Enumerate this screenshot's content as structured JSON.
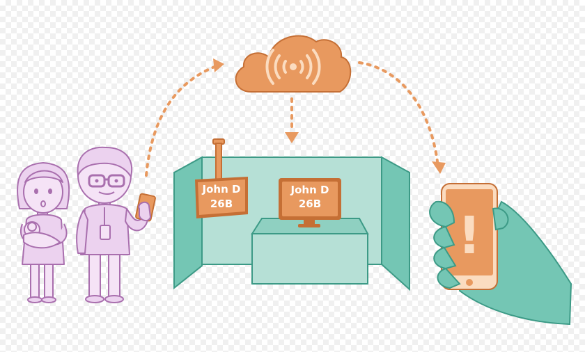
{
  "colors": {
    "orange": "#e8995f",
    "orange_dark": "#c56f35",
    "teal": "#74c6b4",
    "teal_light": "#b6e0d6",
    "teal_dark": "#3c9a86",
    "purple": "#a96fae",
    "purple_light": "#ecd2ef",
    "cloud_light": "#fbdcc0"
  },
  "icons": [
    "cloud-wifi-icon",
    "phone-alert-icon",
    "monitor-icon"
  ],
  "signs": {
    "ceiling_sign": {
      "line1": "John D",
      "line2": "26B"
    },
    "monitor_sign": {
      "line1": "John D",
      "line2": "26B"
    }
  },
  "phone": {
    "alert_symbol": "!"
  }
}
